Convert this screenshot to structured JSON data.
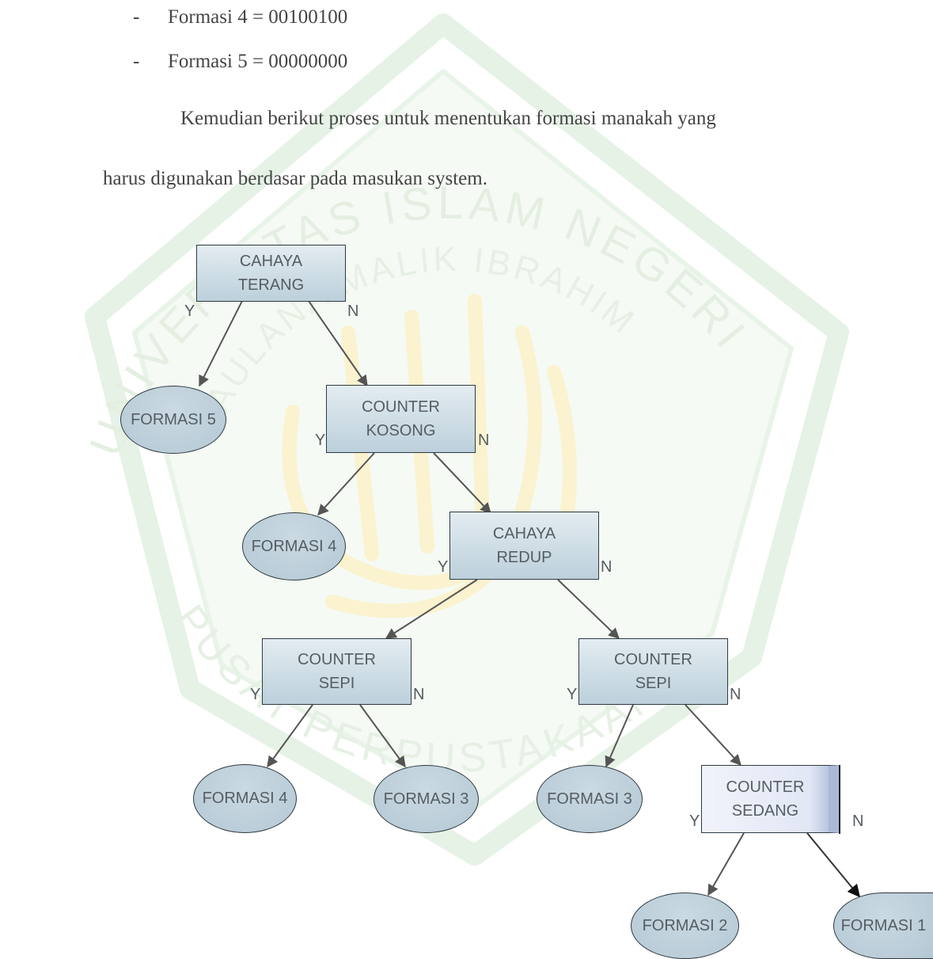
{
  "list_items": [
    {
      "bullet": "-",
      "text": "Formasi 4 = 00100100"
    },
    {
      "bullet": "-",
      "text": "Formasi 5 = 00000000"
    }
  ],
  "paragraph": {
    "line1": "Kemudian berikut proses untuk menentukan formasi manakah yang",
    "line2": "harus digunakan berdasar pada masukan system."
  },
  "watermark_text": {
    "top_arc": "UNIVERSITAS ISLAM NEGERI",
    "inner_arc": "MAULANA MALIK IBRAHIM",
    "bottom_arc": "PUSAT PERPUSTAKAAN"
  },
  "diagram": {
    "yes_label": "Y",
    "no_label": "N",
    "decisions": [
      {
        "id": "d1",
        "line1": "CAHAYA",
        "line2": "TERANG"
      },
      {
        "id": "d2",
        "line1": "COUNTER",
        "line2": "KOSONG"
      },
      {
        "id": "d3",
        "line1": "CAHAYA",
        "line2": "REDUP"
      },
      {
        "id": "d4",
        "line1": "COUNTER",
        "line2": "SEPI"
      },
      {
        "id": "d5",
        "line1": "COUNTER",
        "line2": "SEPI"
      },
      {
        "id": "d6",
        "line1": "COUNTER",
        "line2": "SEDANG"
      }
    ],
    "outcomes": [
      {
        "id": "o1",
        "label": "FORMASI 5"
      },
      {
        "id": "o2",
        "label": "FORMASI 4"
      },
      {
        "id": "o3",
        "label": "FORMASI 4"
      },
      {
        "id": "o4",
        "label": "FORMASI 3"
      },
      {
        "id": "o5",
        "label": "FORMASI 3"
      },
      {
        "id": "o6",
        "label": "FORMASI 2"
      },
      {
        "id": "o7",
        "label": "FORMASI 1"
      }
    ]
  },
  "colors": {
    "node_fill": "#c4d6e0",
    "node_border": "#2f3a40",
    "arrow": "#555555",
    "watermark": "#e8f4e8",
    "watermark_calligraphy": "#fbf2cf"
  }
}
